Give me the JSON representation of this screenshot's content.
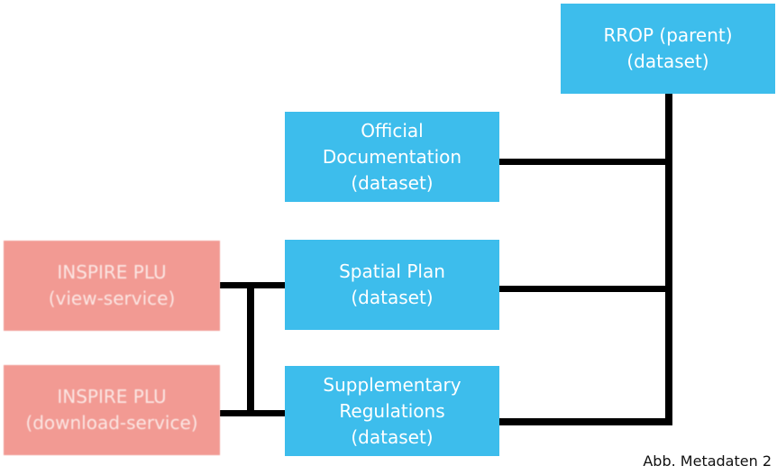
{
  "nodes": {
    "rrop": {
      "line1": "RROP (parent)",
      "line2": "(dataset)"
    },
    "official_documentation": {
      "line1": "Official",
      "line2": "Documentation",
      "line3": "(dataset)"
    },
    "spatial_plan": {
      "line1": "Spatial Plan",
      "line2": "(dataset)"
    },
    "supplementary_regulations": {
      "line1": "Supplementary",
      "line2": "Regulations",
      "line3": "(dataset)"
    },
    "inspire_view": {
      "line1": "INSPIRE PLU",
      "line2": "(view-service)"
    },
    "inspire_download": {
      "line1": "INSPIRE PLU",
      "line2": "(download-service)"
    }
  },
  "caption": "Abb. Metadaten 2",
  "colors": {
    "dataset": "#3dbdec",
    "service": "#f29a93",
    "connector": "#000000"
  }
}
